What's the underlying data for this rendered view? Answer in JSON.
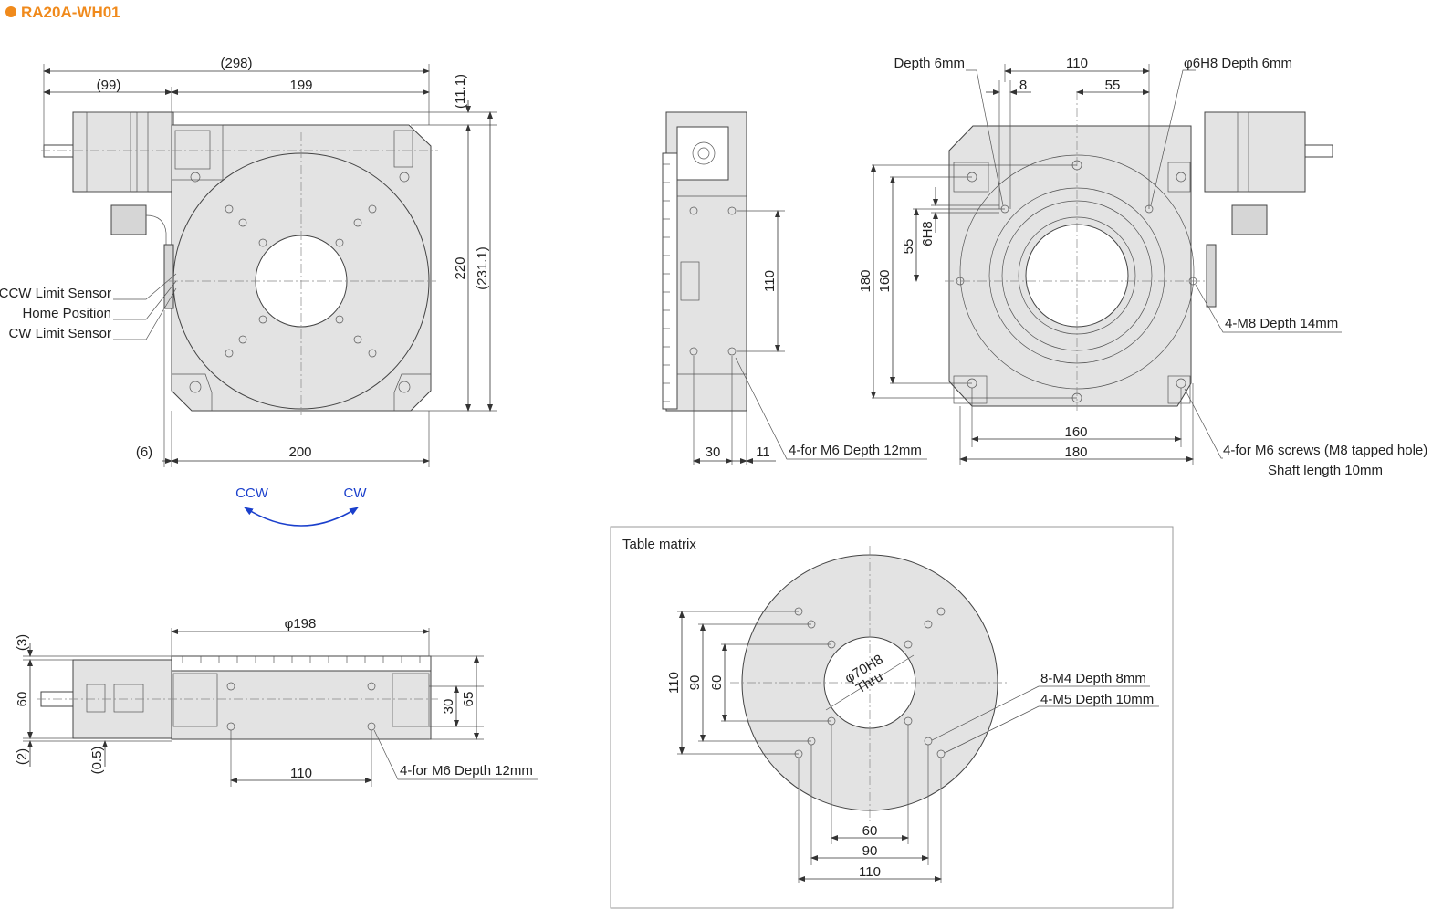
{
  "title": "RA20A-WH01",
  "top_view": {
    "dims": [
      "(298)",
      "(99)",
      "199",
      "(11.1)",
      "220",
      "(231.1)",
      "(6)",
      "200"
    ],
    "labels": [
      "CCW Limit Sensor",
      "Home Position",
      "CW Limit Sensor"
    ]
  },
  "rotation": {
    "ccw": "CCW",
    "cw": "CW"
  },
  "side_view": {
    "dims": [
      "110",
      "30",
      "11"
    ],
    "note": "4-for M6 Depth 12mm"
  },
  "bottom_view": {
    "dims": [
      "110",
      "8",
      "55",
      "180",
      "160",
      "55",
      "6H8",
      "160",
      "180"
    ],
    "notes": [
      "Depth 6mm",
      "φ6H8 Depth 6mm",
      "4-M8 Depth 14mm",
      "4-for M6 screws (M8 tapped hole)",
      "Shaft length 10mm"
    ]
  },
  "front_view": {
    "dims": [
      "φ198",
      "(3)",
      "60",
      "(2)",
      "(0.5)",
      "30",
      "65",
      "110"
    ],
    "note": "4-for M6 Depth 12mm"
  },
  "table_matrix": {
    "title": "Table matrix",
    "dims": [
      "110",
      "90",
      "60",
      "60",
      "90",
      "110"
    ],
    "bore": [
      "φ70H8",
      "Thru"
    ],
    "notes": [
      "8-M4 Depth 8mm",
      "4-M5 Depth 10mm"
    ]
  }
}
